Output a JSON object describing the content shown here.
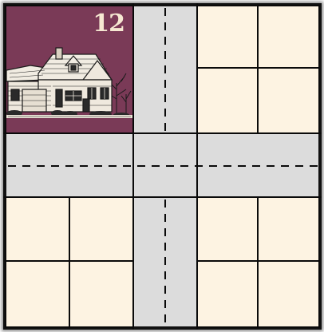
{
  "board": {
    "lot_number": "12",
    "colors": {
      "background": "#fdf3e2",
      "lot_fill": "#7a3a57",
      "road": "#dcdcdc",
      "line": "#0a0a0a",
      "number": "#f6e8d2"
    },
    "house_icon": "house-illustration",
    "grid": {
      "top_right_lots": 4,
      "bottom_left_lots": 4,
      "bottom_right_lots": 4
    }
  }
}
